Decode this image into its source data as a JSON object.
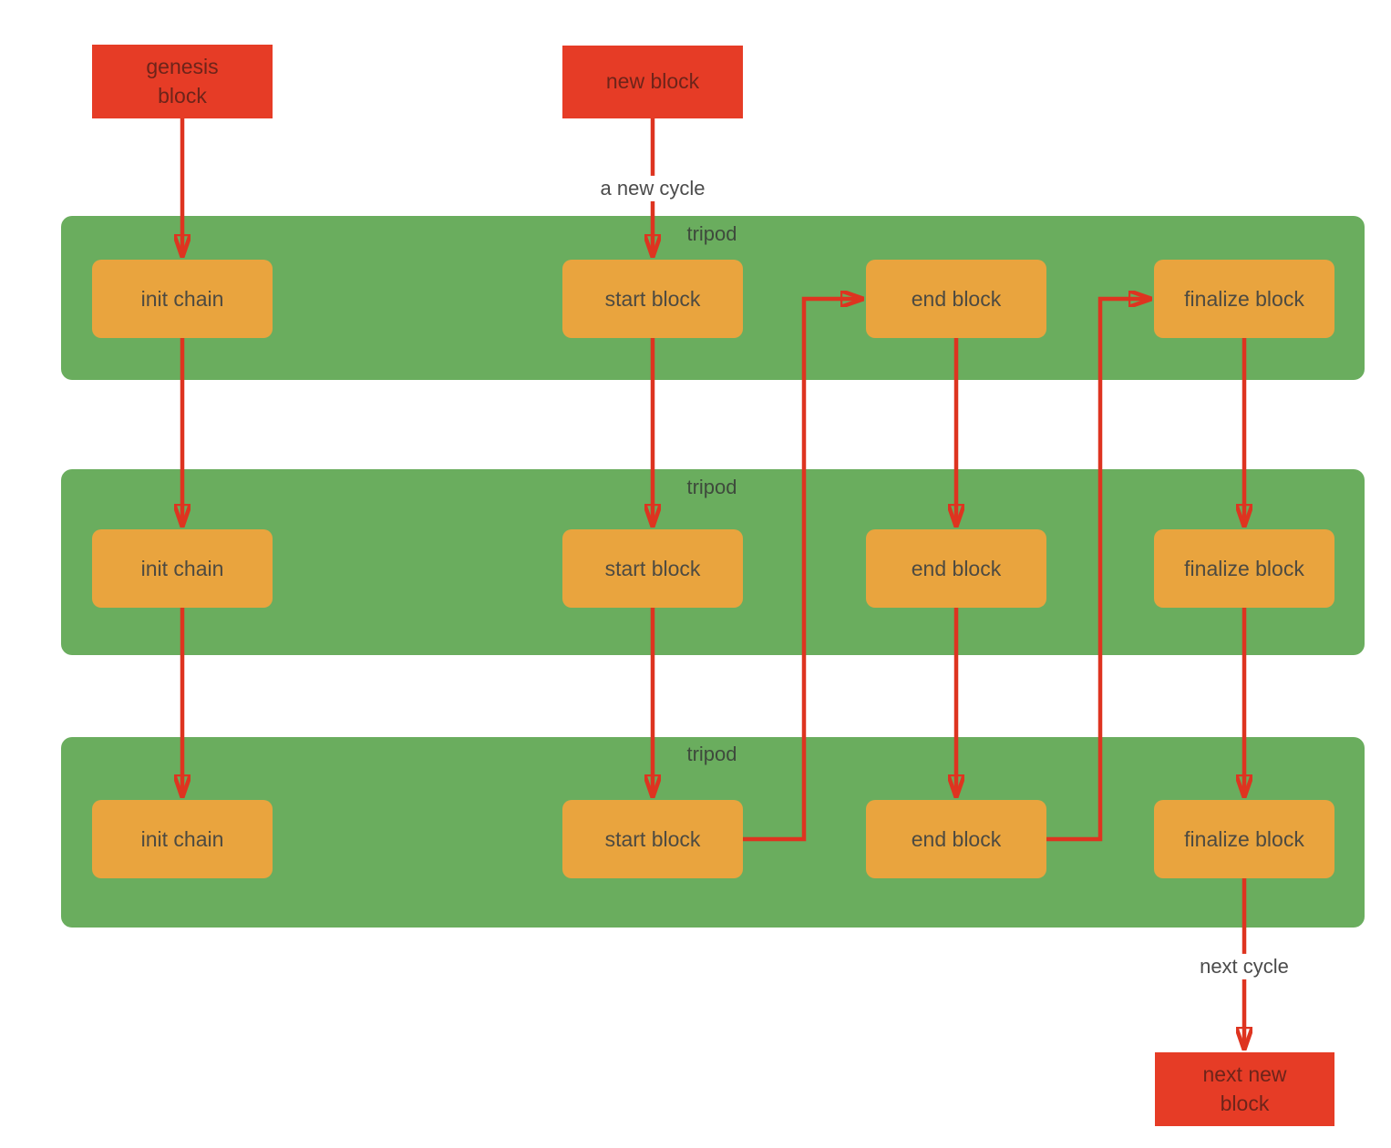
{
  "nodes": {
    "genesis_block": "genesis\nblock",
    "new_block": "new block",
    "next_new_block": "next new\nblock"
  },
  "edge_labels": {
    "a_new_cycle": "a new cycle",
    "next_cycle": "next cycle"
  },
  "bands": [
    {
      "label": "tripod",
      "boxes": [
        "init chain",
        "start block",
        "end block",
        "finalize block"
      ]
    },
    {
      "label": "tripod",
      "boxes": [
        "init chain",
        "start block",
        "end block",
        "finalize block"
      ]
    },
    {
      "label": "tripod",
      "boxes": [
        "init chain",
        "start block",
        "end block",
        "finalize block"
      ]
    }
  ],
  "colors": {
    "node_red": "#e63c26",
    "band_green": "#6aad5e",
    "box_orange": "#e9a43e",
    "arrow_red": "#de3420",
    "red_node_text": "#6d241a",
    "box_text": "#4d4a41",
    "label_text": "#4b4b4b"
  }
}
